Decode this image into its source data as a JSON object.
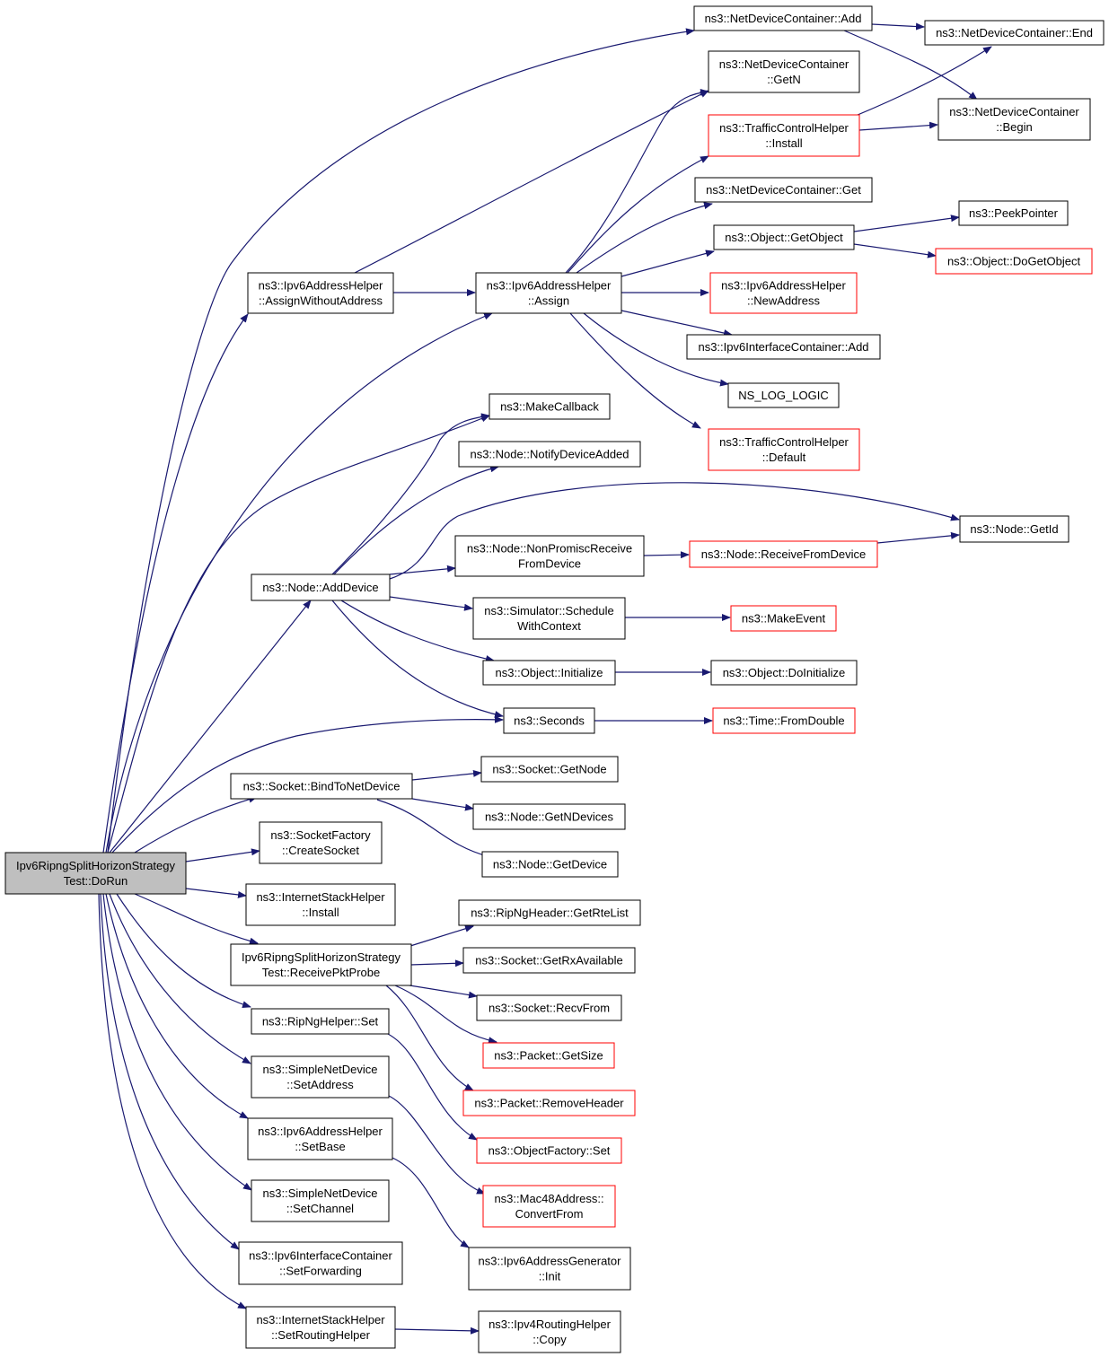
{
  "nodes": [
    {
      "id": "root",
      "lines": [
        "Ipv6RipngSplitHorizonStrategy",
        "Test::DoRun"
      ],
      "style": "root"
    },
    {
      "id": "awa",
      "lines": [
        "ns3::Ipv6AddressHelper",
        "::AssignWithoutAddress"
      ],
      "style": "normal"
    },
    {
      "id": "assign",
      "lines": [
        "ns3::Ipv6AddressHelper",
        "::Assign"
      ],
      "style": "normal"
    },
    {
      "id": "ndcAdd",
      "lines": [
        "ns3::NetDeviceContainer::Add"
      ],
      "style": "normal"
    },
    {
      "id": "ndcEnd",
      "lines": [
        "ns3::NetDeviceContainer::End"
      ],
      "style": "normal"
    },
    {
      "id": "ndcGetN",
      "lines": [
        "ns3::NetDeviceContainer",
        "::GetN"
      ],
      "style": "normal"
    },
    {
      "id": "tchInstall",
      "lines": [
        "ns3::TrafficControlHelper",
        "::Install"
      ],
      "style": "red"
    },
    {
      "id": "ndcBegin",
      "lines": [
        "ns3::NetDeviceContainer",
        "::Begin"
      ],
      "style": "normal"
    },
    {
      "id": "ndcGet",
      "lines": [
        "ns3::NetDeviceContainer::Get"
      ],
      "style": "normal"
    },
    {
      "id": "objGetObject",
      "lines": [
        "ns3::Object::GetObject"
      ],
      "style": "normal"
    },
    {
      "id": "peekPointer",
      "lines": [
        "ns3::PeekPointer"
      ],
      "style": "normal"
    },
    {
      "id": "doGetObject",
      "lines": [
        "ns3::Object::DoGetObject"
      ],
      "style": "red"
    },
    {
      "id": "newAddress",
      "lines": [
        "ns3::Ipv6AddressHelper",
        "::NewAddress"
      ],
      "style": "red"
    },
    {
      "id": "ifcAdd",
      "lines": [
        "ns3::Ipv6InterfaceContainer::Add"
      ],
      "style": "normal"
    },
    {
      "id": "nsLogLogic",
      "lines": [
        "NS_LOG_LOGIC"
      ],
      "style": "normal"
    },
    {
      "id": "tchDefault",
      "lines": [
        "ns3::TrafficControlHelper",
        "::Default"
      ],
      "style": "red"
    },
    {
      "id": "makeCallback",
      "lines": [
        "ns3::MakeCallback"
      ],
      "style": "normal"
    },
    {
      "id": "notifyDevAdded",
      "lines": [
        "ns3::Node::NotifyDeviceAdded"
      ],
      "style": "normal"
    },
    {
      "id": "addDevice",
      "lines": [
        "ns3::Node::AddDevice"
      ],
      "style": "normal"
    },
    {
      "id": "nodeGetId",
      "lines": [
        "ns3::Node::GetId"
      ],
      "style": "normal"
    },
    {
      "id": "nonPromisc",
      "lines": [
        "ns3::Node::NonPromiscReceive",
        "FromDevice"
      ],
      "style": "normal"
    },
    {
      "id": "recvFromDevice",
      "lines": [
        "ns3::Node::ReceiveFromDevice"
      ],
      "style": "red"
    },
    {
      "id": "schedWithCtx",
      "lines": [
        "ns3::Simulator::Schedule",
        "WithContext"
      ],
      "style": "normal"
    },
    {
      "id": "makeEvent",
      "lines": [
        "ns3::MakeEvent"
      ],
      "style": "red"
    },
    {
      "id": "objInitialize",
      "lines": [
        "ns3::Object::Initialize"
      ],
      "style": "normal"
    },
    {
      "id": "objDoInitialize",
      "lines": [
        "ns3::Object::DoInitialize"
      ],
      "style": "normal"
    },
    {
      "id": "seconds",
      "lines": [
        "ns3::Seconds"
      ],
      "style": "normal"
    },
    {
      "id": "fromDouble",
      "lines": [
        "ns3::Time::FromDouble"
      ],
      "style": "red"
    },
    {
      "id": "bindToNetDevice",
      "lines": [
        "ns3::Socket::BindToNetDevice"
      ],
      "style": "normal"
    },
    {
      "id": "sockGetNode",
      "lines": [
        "ns3::Socket::GetNode"
      ],
      "style": "normal"
    },
    {
      "id": "getNDevices",
      "lines": [
        "ns3::Node::GetNDevices"
      ],
      "style": "normal"
    },
    {
      "id": "nodeGetDevice",
      "lines": [
        "ns3::Node::GetDevice"
      ],
      "style": "normal"
    },
    {
      "id": "createSocket",
      "lines": [
        "ns3::SocketFactory",
        "::CreateSocket"
      ],
      "style": "normal"
    },
    {
      "id": "ishInstall",
      "lines": [
        "ns3::InternetStackHelper",
        "::Install"
      ],
      "style": "normal"
    },
    {
      "id": "getRteList",
      "lines": [
        "ns3::RipNgHeader::GetRteList"
      ],
      "style": "normal"
    },
    {
      "id": "recvPktProbe",
      "lines": [
        "Ipv6RipngSplitHorizonStrategy",
        "Test::ReceivePktProbe"
      ],
      "style": "normal"
    },
    {
      "id": "getRxAvailable",
      "lines": [
        "ns3::Socket::GetRxAvailable"
      ],
      "style": "normal"
    },
    {
      "id": "recvFrom",
      "lines": [
        "ns3::Socket::RecvFrom"
      ],
      "style": "normal"
    },
    {
      "id": "pktGetSize",
      "lines": [
        "ns3::Packet::GetSize"
      ],
      "style": "red"
    },
    {
      "id": "ripNgSet",
      "lines": [
        "ns3::RipNgHelper::Set"
      ],
      "style": "normal"
    },
    {
      "id": "removeHeader",
      "lines": [
        "ns3::Packet::RemoveHeader"
      ],
      "style": "red"
    },
    {
      "id": "snSetAddress",
      "lines": [
        "ns3::SimpleNetDevice",
        "::SetAddress"
      ],
      "style": "normal"
    },
    {
      "id": "ofSet",
      "lines": [
        "ns3::ObjectFactory::Set"
      ],
      "style": "red"
    },
    {
      "id": "setBase",
      "lines": [
        "ns3::Ipv6AddressHelper",
        "::SetBase"
      ],
      "style": "normal"
    },
    {
      "id": "macConvertFrom",
      "lines": [
        "ns3::Mac48Address::",
        "ConvertFrom"
      ],
      "style": "red"
    },
    {
      "id": "snSetChannel",
      "lines": [
        "ns3::SimpleNetDevice",
        "::SetChannel"
      ],
      "style": "normal"
    },
    {
      "id": "genInit",
      "lines": [
        "ns3::Ipv6AddressGenerator",
        "::Init"
      ],
      "style": "normal"
    },
    {
      "id": "setForwarding",
      "lines": [
        "ns3::Ipv6InterfaceContainer",
        "::SetForwarding"
      ],
      "style": "normal"
    },
    {
      "id": "setRoutingHelper",
      "lines": [
        "ns3::InternetStackHelper",
        "::SetRoutingHelper"
      ],
      "style": "normal"
    },
    {
      "id": "ipv4RhCopy",
      "lines": [
        "ns3::Ipv4RoutingHelper",
        "::Copy"
      ],
      "style": "normal"
    }
  ]
}
